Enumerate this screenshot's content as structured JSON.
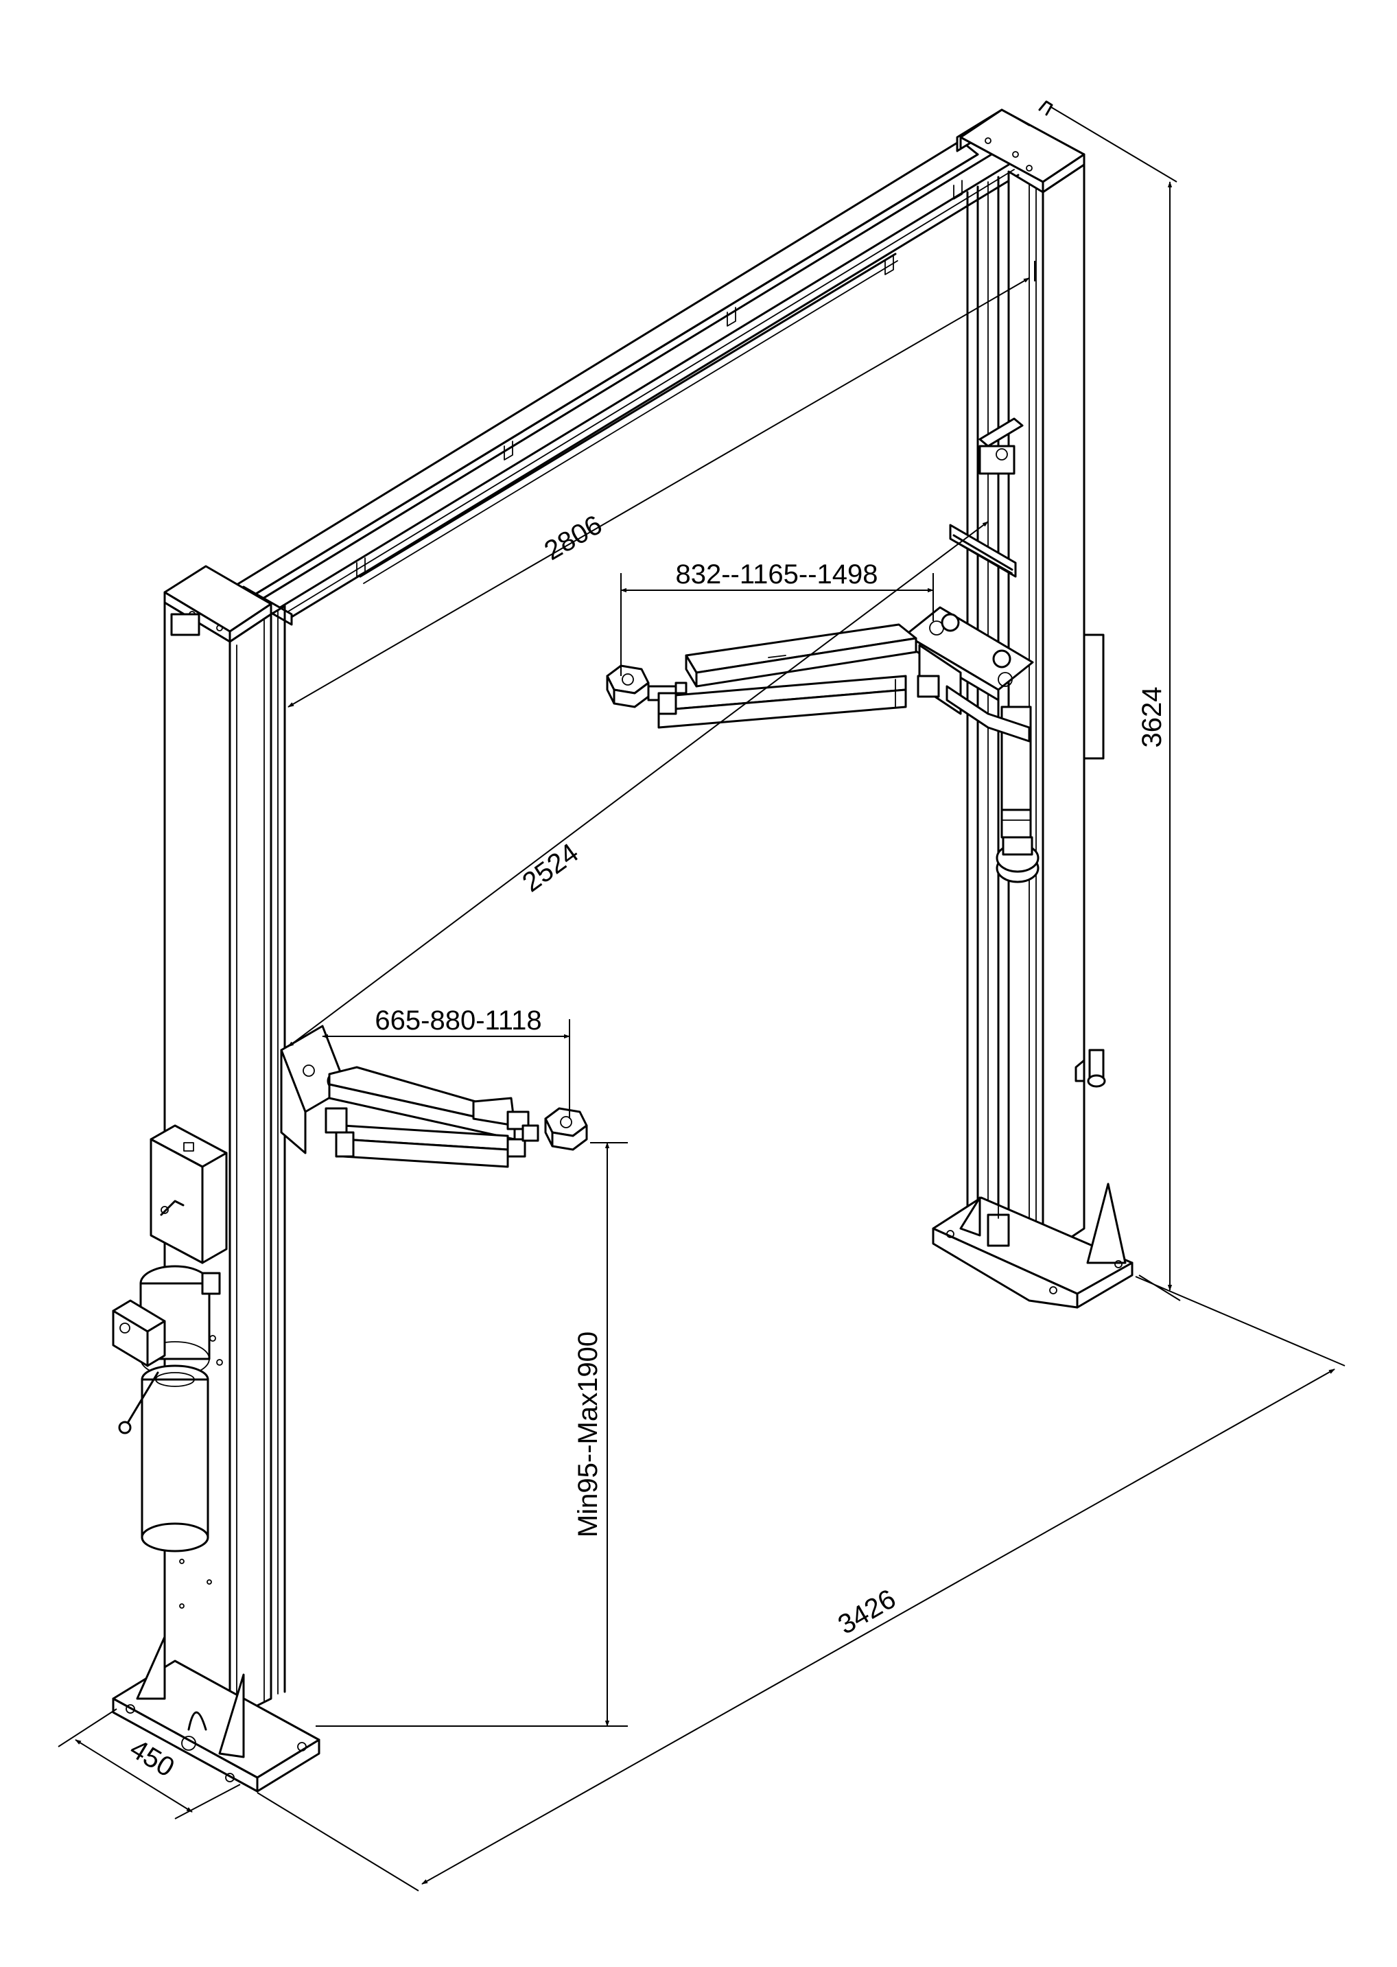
{
  "dimensions": {
    "top_beam_width": "2806",
    "inner_width": "2524",
    "rear_arm_reach": "832--1165--1498",
    "front_arm_reach": "665-880-1118",
    "lift_height": "Min95--Max1900",
    "overall_height": "3624",
    "overall_depth": "3426",
    "base_width": "450"
  },
  "colors": {
    "line": "#000000",
    "background": "#ffffff"
  }
}
